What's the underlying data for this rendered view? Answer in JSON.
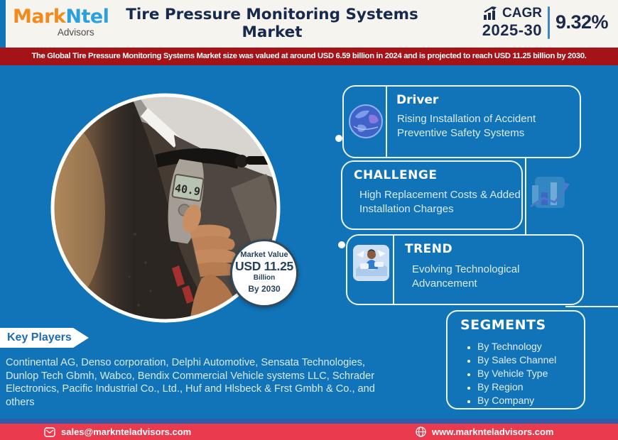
{
  "header": {
    "logo": {
      "part1": "Mark",
      "part2": "Ntel",
      "subtitle": "Advisors"
    },
    "title_line1": "Tire Pressure Monitoring Systems",
    "title_line2": "Market",
    "cagr": {
      "label": "CAGR",
      "period": "2025-30",
      "value": "9.32%"
    }
  },
  "banner": {
    "text": "The Global Tire Pressure Monitoring Systems Market size was valued at around USD 6.59 billion in 2024 and is projected to reach USD 11.25 billion by 2030."
  },
  "photo": {
    "gauge_reading": "40.9"
  },
  "market_value": {
    "label": "Market Value",
    "value": "USD 11.25",
    "unit": "Billion",
    "year": "By 2030"
  },
  "insights": {
    "driver": {
      "heading": "Driver",
      "text": "Rising Installation of Accident Preventive Safety Systems"
    },
    "challenge": {
      "heading": "CHALLENGE",
      "text": "High Replacement Costs & Added Installation Charges"
    },
    "trend": {
      "heading": "TREND",
      "text": "Evolving Technological Advancement"
    }
  },
  "segments": {
    "heading": "SEGMENTS",
    "items": [
      "By Technology",
      "By Sales Channel",
      "By Vehicle Type",
      "By Region",
      "By Company"
    ]
  },
  "key_players": {
    "heading": "Key Players",
    "text": "Continental AG, Denso corporation, Delphi Automotive, Sensata Technologies, Dunlop Tech Gbmh, Wabco, Bendix Commercial Vehicle systems LLC, Schrader Electronics, Pacific Industrial Co., Ltd., Huf and Hlsbeck & Frst Gmbh & Co., and others"
  },
  "footer": {
    "email": "sales@marknteladvisors.com",
    "website": "www.marknteladvisors.com"
  },
  "colors": {
    "main_blue": "#1173b8",
    "banner_red": "#a31318",
    "footer_red": "#ea3a4d",
    "footer_strip_blue": "#2e5ca6",
    "navy": "#17294d",
    "logo_orange": "#f28a1e",
    "logo_blue": "#2aa0dc",
    "header_cream": "#f6f4ee",
    "card_border": "#e9f4fd"
  }
}
